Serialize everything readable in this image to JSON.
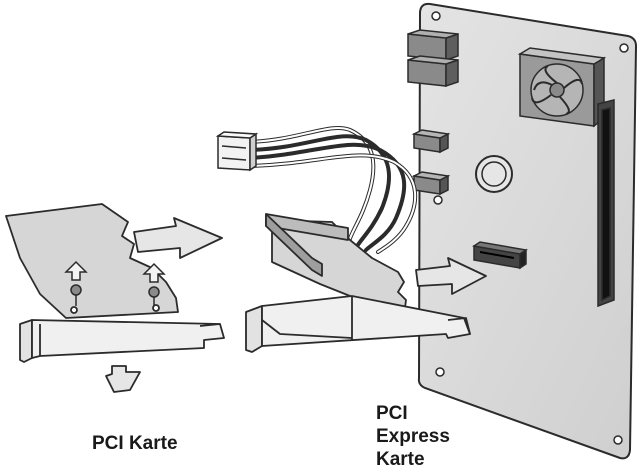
{
  "labels": {
    "pci_card": "PCI Karte",
    "pcie_line1": "PCI",
    "pcie_line2": "Express",
    "pcie_line3": "Karte"
  },
  "colors": {
    "board": "#d9d9d9",
    "board_dark": "#bdbdbd",
    "outline": "#2b2b2b",
    "connector": "#7a7a7a",
    "fan": "#a9a9a9",
    "arrow": "#e0e0e0"
  }
}
